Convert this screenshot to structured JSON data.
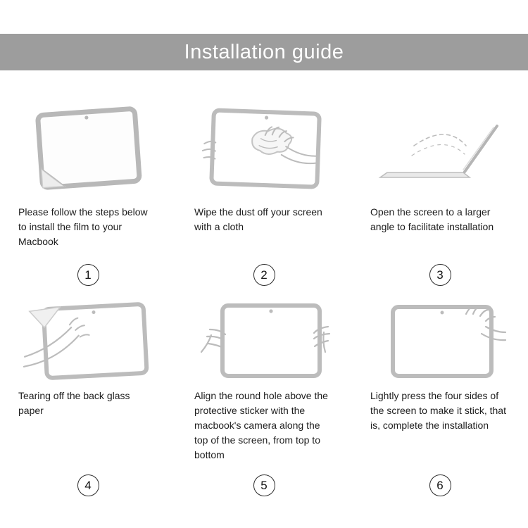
{
  "header": {
    "title": "Installation guide"
  },
  "steps": [
    {
      "number": "1",
      "caption": "Please follow the steps below to install the film to your Macbook"
    },
    {
      "number": "2",
      "caption": "Wipe the dust off your screen with a cloth"
    },
    {
      "number": "3",
      "caption": "Open the screen to a larger angle to facilitate installation"
    },
    {
      "number": "4",
      "caption": "Tearing off the back glass paper"
    },
    {
      "number": "5",
      "caption": "Align the round hole above the protective sticker with the macbook's camera along the top of the screen, from top to bottom"
    },
    {
      "number": "6",
      "caption": "Lightly press the four sides of the screen to make it stick, that is, complete the installation"
    }
  ],
  "colors": {
    "header_bg": "#9d9d9d",
    "line_art": "#bcbcbc",
    "text": "#1d1d1d"
  }
}
